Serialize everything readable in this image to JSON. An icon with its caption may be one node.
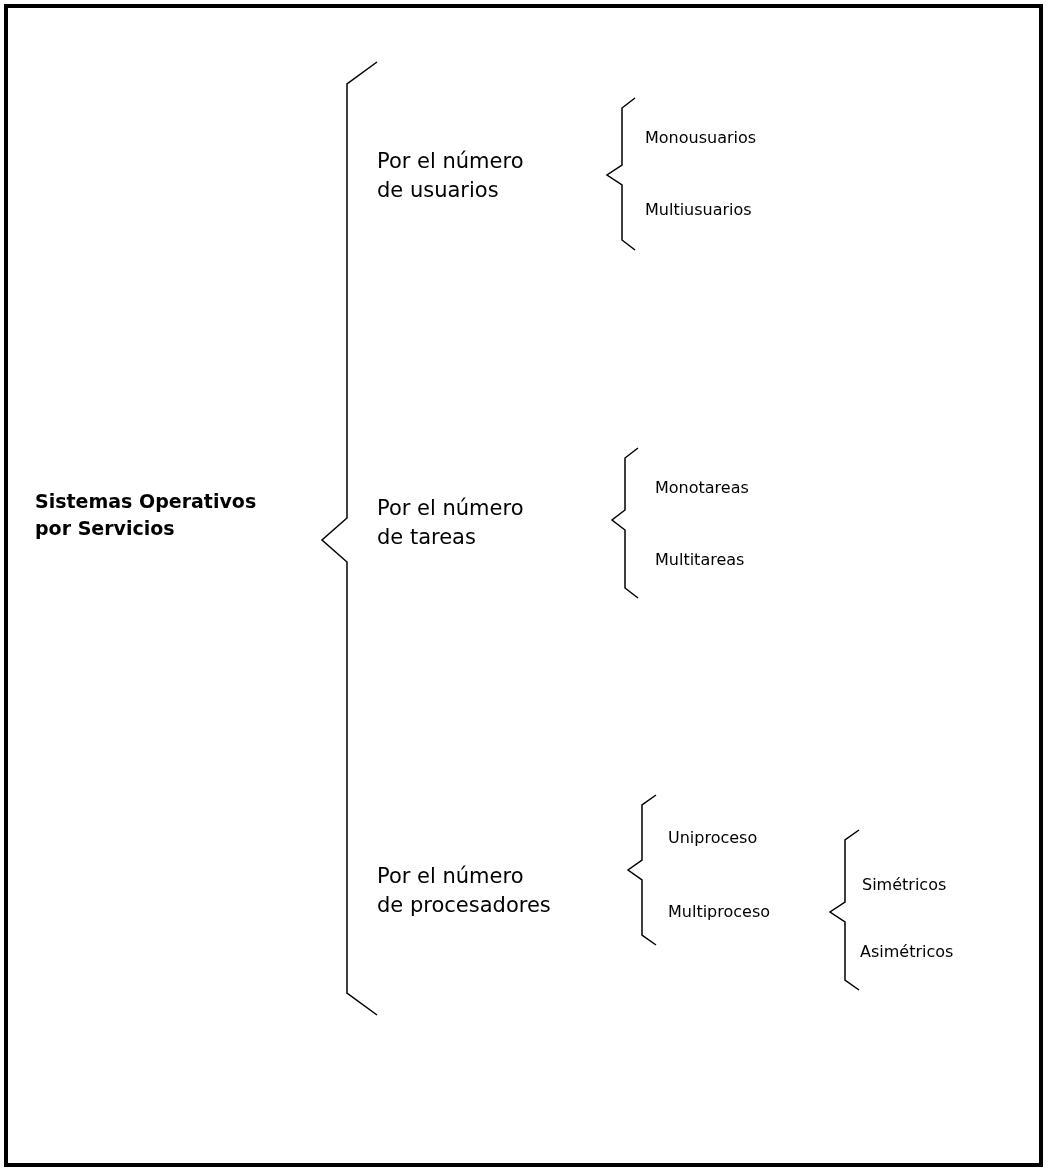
{
  "diagram": {
    "labels": [
      "Sistemas Operativos por Servicios",
      "Por el número de usuarios",
      "Monousuarios",
      "Multiusuarios",
      "Por el número de tareas",
      "Monotareas",
      "Multitareas",
      "Por el número de procesadores",
      "Uniproceso",
      "Multiproceso",
      "Simétricos",
      "Asimétricos"
    ]
  }
}
